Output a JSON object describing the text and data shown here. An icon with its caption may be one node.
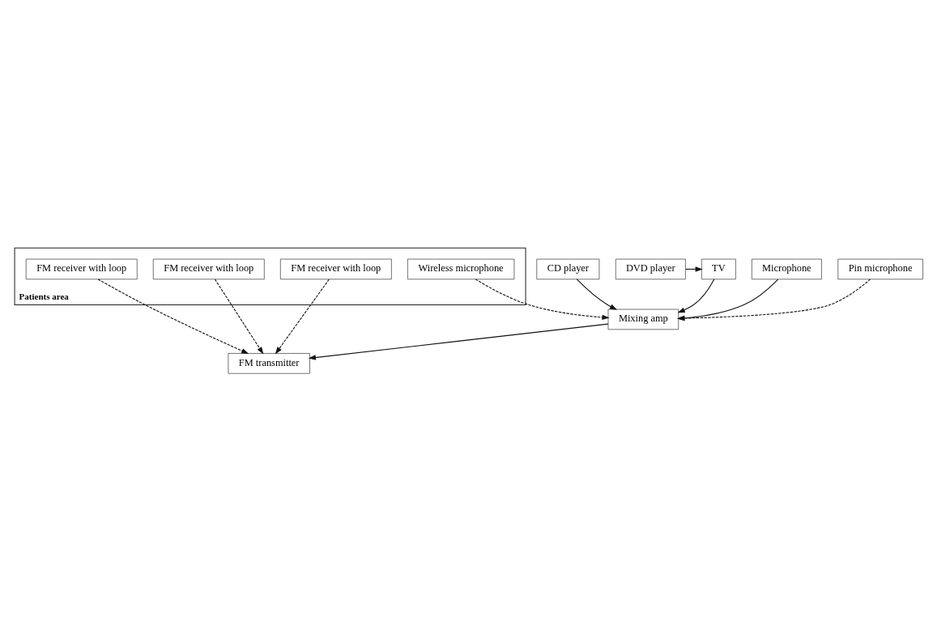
{
  "diagram": {
    "nodes": [
      {
        "text": [
          "CD player"
        ]
      },
      {
        "text": [
          "DVD player"
        ]
      },
      {
        "text": [
          "TV"
        ]
      },
      {
        "text": [
          "Mixing amp"
        ]
      },
      {
        "text": [
          "FM transmitter"
        ]
      },
      {
        "text": [
          "Microphone"
        ]
      },
      {
        "text": [
          "Pin microphone"
        ]
      },
      {
        "text": [
          "Patients area"
        ]
      },
      {
        "text": [
          "Wireless microphone"
        ],
        "in": 7
      },
      {
        "text": [
          "FM receiver with loop"
        ],
        "in": 7
      },
      {
        "text": [
          "FM receiver with loop"
        ],
        "in": 7
      },
      {
        "text": [
          "FM receiver with loop"
        ],
        "in": 7
      }
    ],
    "edges": [
      {
        "from": 0,
        "to": 3,
        "arrow": "to"
      },
      {
        "from": 1,
        "to": 2,
        "arrow": "to"
      },
      {
        "from": 2,
        "to": 3,
        "arrow": "to"
      },
      {
        "from": 5,
        "to": 3,
        "arrow": "to"
      },
      {
        "from": 6,
        "to": 3,
        "arrow": "to",
        "style": "dashed"
      },
      {
        "from": 8,
        "to": 3,
        "arrow": "to",
        "style": "dashed"
      },
      {
        "from": 3,
        "to": 4,
        "arrow": "to"
      },
      {
        "from": 9,
        "to": 4,
        "arrow": "to",
        "style": "dashed"
      },
      {
        "from": 10,
        "to": 4,
        "arrow": "to",
        "style": "dashed"
      },
      {
        "from": 11,
        "to": 4,
        "arrow": "to",
        "style": "dashed"
      }
    ]
  }
}
